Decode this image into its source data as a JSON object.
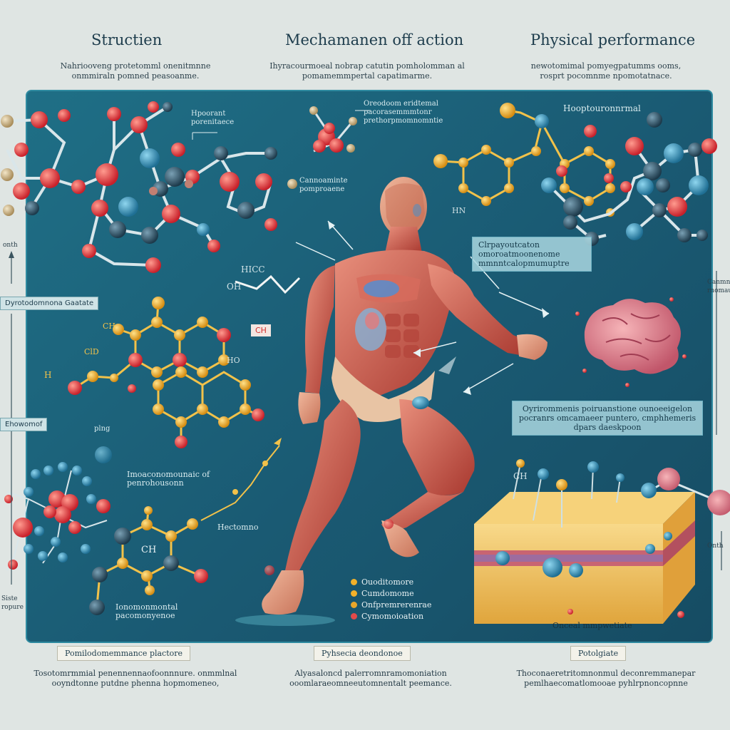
{
  "headings": {
    "left": "Structien",
    "center": "Mechamanen off  action",
    "right": "Physical performance"
  },
  "subtexts": {
    "left": "Nahriooveng protetomml onenitmnne onmmiraln pomned peasoanme.",
    "center": "Ihyracourmoeal nobrap catutin pomholomman al pomamemmpertal capatimarme.",
    "right": "newotomimal pomyegpatumms ooms, rosprt pocomnme npomotatnace."
  },
  "molecule_labels": {
    "top_left": "Hpoorant porenitaece",
    "top_center": "Oreodoom eridtemal pacorasemmmtonr prethorpmomnomntie",
    "mid_center": "Cannoaminte pomproaene",
    "left_side": "Dyrotodomnona Gaatate",
    "left_side2": "Ehowomof",
    "left_tiny": "plng",
    "left_mid": "Imoaconomounaic of penrohousonn",
    "bottom_left": "Ionomonmontal pacomonyenoe",
    "bottom_center": "Hectomno",
    "bottom_right": "Onceal mmpwetiate",
    "top_right": "Hooptouronnrmal",
    "ch_red": "CH",
    "ch_left": "CH",
    "ch_right": "CH",
    "hho": "HICC",
    "oh": "OH",
    "cho": "CH",
    "fragment_a": "ClD",
    "fragment_h": "H",
    "chem_hn": "HN",
    "chem_ho": "HO",
    "far_left_1": "onth",
    "far_left_2": "Siste ropure",
    "far_right_1": "Canmne rnomaume",
    "far_right_2": "Onth"
  },
  "info_boxes": {
    "right_upper": "Clrpayoutcaton omoroatmoonenome mmnntcalopmumuptre",
    "right_lower": "Oyrirommenis poiruanstione ounoeeigelon pocranrs omcamaeer puntero, cmphhemeris dpars daeskpoon"
  },
  "legend": {
    "items": [
      {
        "label": "Ouoditomore",
        "color": "#f2b12a"
      },
      {
        "label": "Cumdomome",
        "color": "#f2b12a"
      },
      {
        "label": "Onfpremrerenrae",
        "color": "#e8a62a"
      },
      {
        "label": "Cymomoioation",
        "color": "#e14a4a"
      }
    ]
  },
  "footer": {
    "left_title": "Pomilodomemmance plactore",
    "left_text": "Tosotomrmmial penennennaofoonnnure. onmmlnal ooyndtonne putdne phenna hopmomeneo,",
    "center_title": "Pyhsecia deondonoe",
    "center_text": "Alyasaloncd palerromnramomoniation ooomlaraeomneeutomnentalt peemance.",
    "right_title": "Potolgiate",
    "right_text": "Thoconaeretritomnonmul deconremmanepar pemlhaecomatlomooae pyhlrpnoncopnne"
  },
  "colors": {
    "panel": "#1a5a73",
    "atom_red": "#e0393b",
    "atom_blue": "#2f8fb4",
    "atom_dark": "#24475a",
    "atom_yellow": "#f2b12a",
    "muscle": "#c9534b"
  }
}
